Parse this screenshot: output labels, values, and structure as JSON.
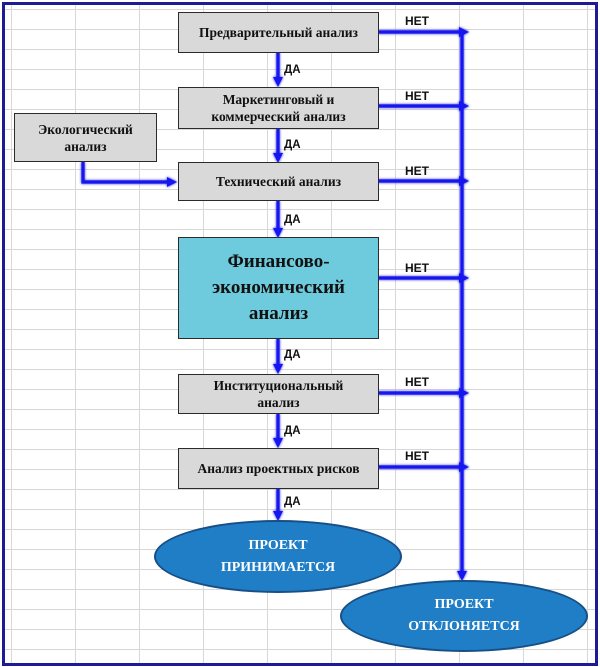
{
  "diagram": {
    "nodes": {
      "preliminary": "Предварительный анализ",
      "marketing": "Маркетинговый и\nкоммерческий анализ",
      "ecological": "Экологический\nанализ",
      "technical": "Технический анализ",
      "financial": "Финансово-\nэкономический\nанализ",
      "institutional": "Институциональный\nанализ",
      "risks": "Анализ проектных рисков",
      "accepted": "ПРОЕКТ\nПРИНИМАЕТСЯ",
      "rejected": "ПРОЕКТ\nОТКЛОНЯЕТСЯ"
    },
    "labels": {
      "yes": "ДА",
      "no": "НЕТ"
    }
  }
}
